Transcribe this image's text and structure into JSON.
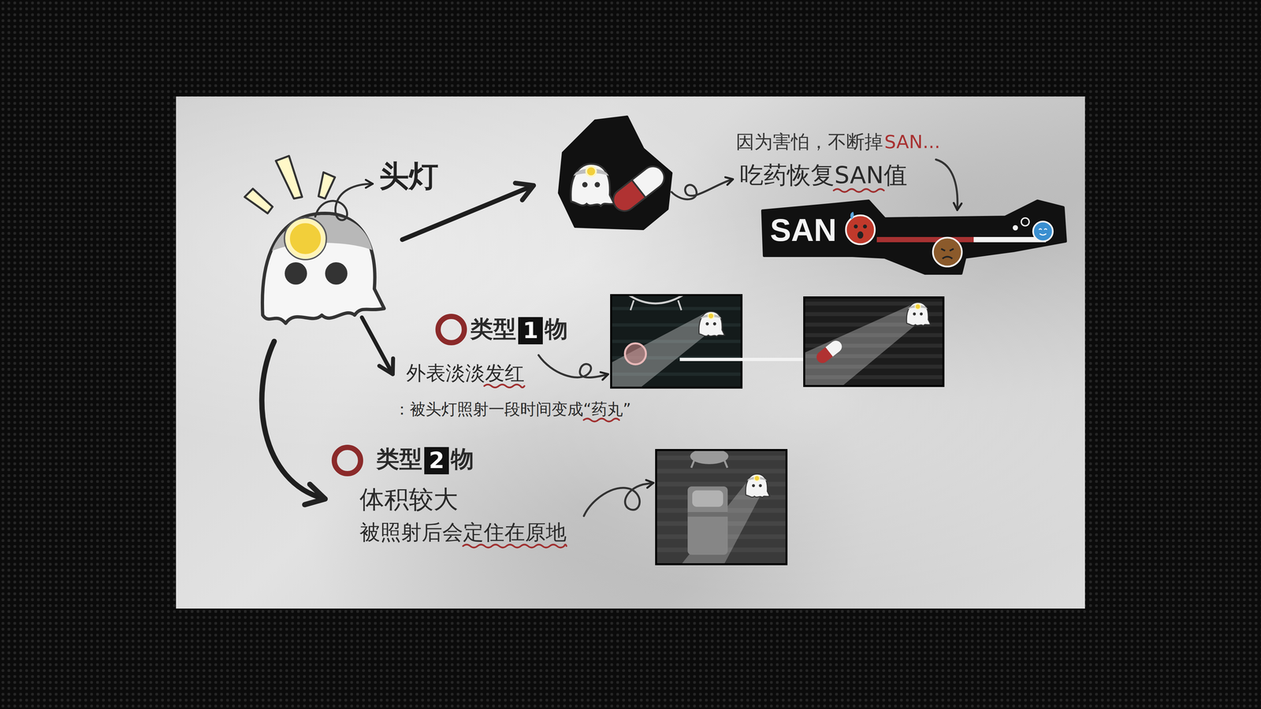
{
  "diagram": {
    "nodes": [
      {
        "text": [
          "SAN"
        ]
      },
      {
        "text": [
          "1"
        ]
      },
      {
        "text": [
          "2"
        ]
      }
    ],
    "labels": [
      "头灯",
      "因为害怕，不断掉",
      "SAN...",
      "吃药恢复SAN值",
      "类型",
      "物",
      "外表淡淡发红",
      "：被头灯照射一段时间变成“药丸”",
      "类型",
      "物",
      "体积较大",
      "被照射后会定住在原地"
    ]
  }
}
